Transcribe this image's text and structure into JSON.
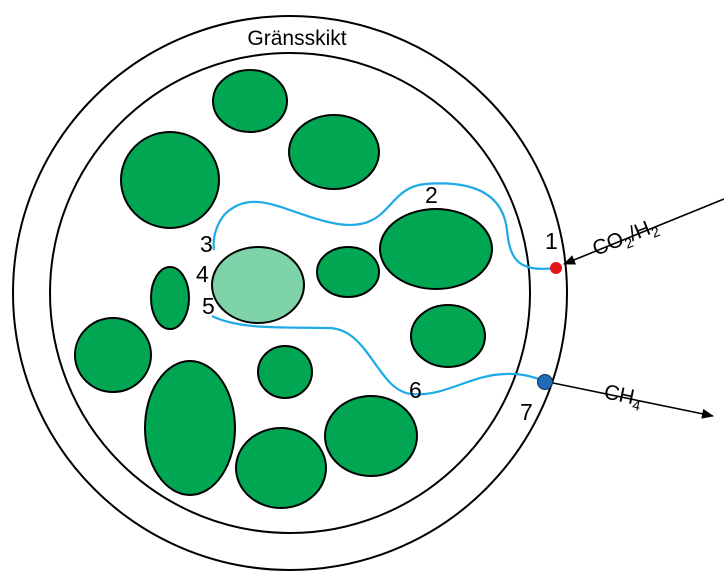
{
  "boundary_label": "Gränsskikt",
  "steps": [
    "1",
    "2",
    "3",
    "4",
    "5",
    "6",
    "7"
  ],
  "inflow": {
    "label_main": "CO",
    "sub1": "2",
    "slash": "/H",
    "sub2": "2",
    "color": "#e4161b"
  },
  "outflow": {
    "label_main": "CH",
    "sub": "4",
    "color": "#1f6bb5"
  },
  "colors": {
    "cell": "#00a651",
    "active_cell": "#7fd3a8",
    "path": "#1eaae7"
  }
}
